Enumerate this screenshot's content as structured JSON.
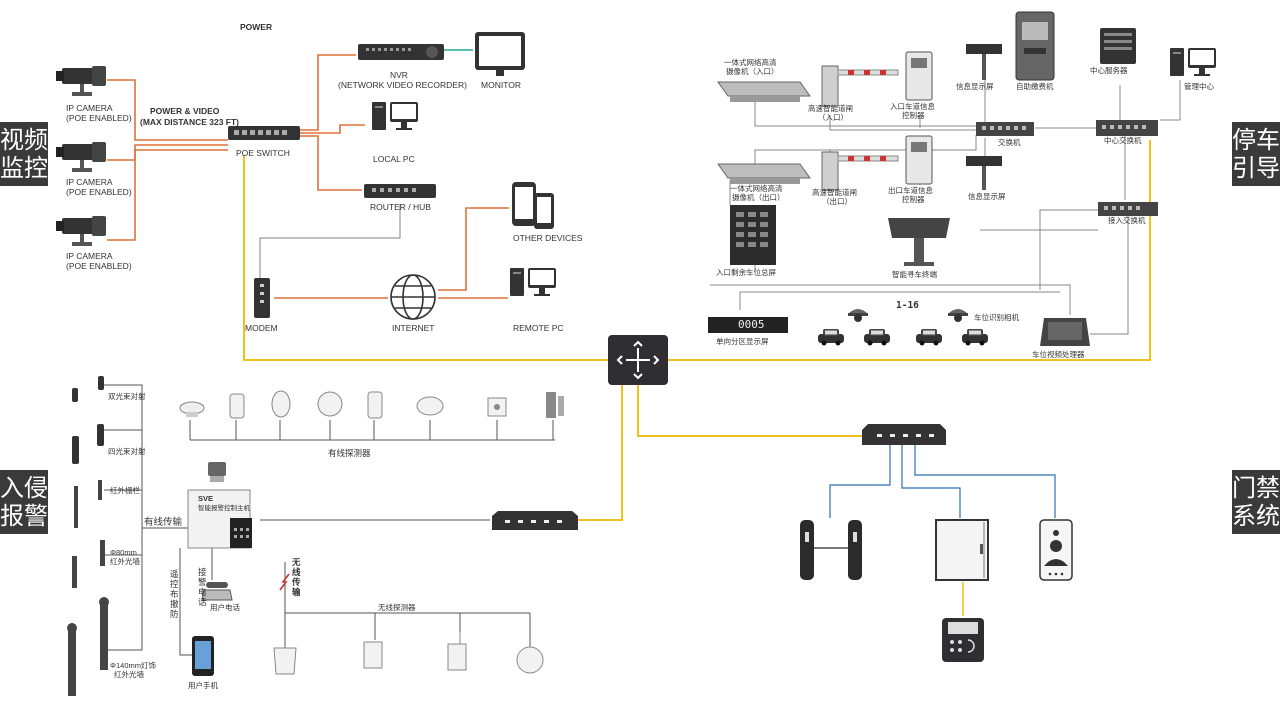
{
  "side_tags": {
    "video": "视频监控",
    "parking": "停车引导",
    "intrusion": "入侵报警",
    "access": "门禁系统"
  },
  "cctv": {
    "power": "POWER",
    "camera_label": "IP CAMERA",
    "camera_sub": "(POE ENABLED)",
    "power_video_1": "POWER & VIDEO",
    "power_video_2": "(MAX DISTANCE 323 FT)",
    "poe_switch": "POE SWITCH",
    "nvr_1": "NVR",
    "nvr_2": "(NETWORK VIDEO RECORDER)",
    "monitor": "MONITOR",
    "local_pc": "LOCAL PC",
    "router": "ROUTER / HUB",
    "other_devices": "OTHER DEVICES",
    "modem": "MODEM",
    "internet": "INTERNET",
    "remote_pc": "REMOTE PC"
  },
  "parking": {
    "cam_in_1": "一体式网络高清",
    "cam_in_2": "摄像机（入口）",
    "gate_in_1": "高速智能道闸",
    "gate_in_2": "（入口）",
    "ctrl_in_1": "入口车道信息",
    "ctrl_in_2": "控制器",
    "info_screen_in": "信息显示屏",
    "kiosk": "自助缴费机",
    "server": "中心服务器",
    "mgmt": "管理中心",
    "switch": "交换机",
    "center_switch": "中心交换机",
    "cam_out_1": "一体式网络高清",
    "cam_out_2": "摄像机（出口）",
    "gate_out_1": "高速智能道闸",
    "gate_out_2": "（出口）",
    "ctrl_out_1": "出口车道信息",
    "ctrl_out_2": "控制器",
    "info_screen_out": "信息显示屏",
    "access_switch": "接入交换机",
    "remain_screen": "入口剩余车位总屏",
    "terminal": "智能寻车终端",
    "zone_display": "单向分区显示屏",
    "zone_display_value": "0005",
    "range": "1-16",
    "lpr_camera": "车位识别相机",
    "video_processor": "车位视频处理器"
  },
  "intrusion": {
    "dual_beam": "双光束对射",
    "quad_beam": "四光束对射",
    "ir_fence": "红外栅栏",
    "fence_80_1": "Φ80mm",
    "fence_80_2": "红外光墙",
    "fence_140_1": "Φ140mm灯饰",
    "fence_140_2": "红外光墙",
    "wired_detectors": "有线探测器",
    "wired_transmission": "有线传输",
    "panel_brand": "SVE",
    "panel_title": "智能报警控制主机",
    "remote_arm": "遥控布撤防",
    "alarm_call": "接警电话",
    "user_phone": "用户电话",
    "user_mobile": "用户手机",
    "wireless_transmission": "无线传输",
    "wireless_detectors": "无线探测器"
  },
  "colors": {
    "orange_link": "#e0703a",
    "yellow_link": "#f3c11e",
    "blue_link": "#2e6fb5",
    "teal_link": "#27a99a",
    "tag_bg": "#3a3a3a",
    "device_dark": "#2f2f33",
    "gray_link": "#9a9a9a"
  },
  "icons": [
    "ip-camera-icon",
    "poe-switch-icon",
    "nvr-icon",
    "monitor-icon",
    "desktop-pc-icon",
    "router-icon",
    "smartphone-icon",
    "modem-icon",
    "globe-icon",
    "core-router-icon",
    "network-switch-icon",
    "turnstile-icon",
    "door-controller-icon",
    "keypad-reader-icon",
    "video-intercom-icon",
    "smoke-detector-icon",
    "pir-detector-icon",
    "beam-detector-icon",
    "alarm-panel-icon",
    "strobe-siren-icon",
    "telephone-icon",
    "barrier-gate-icon",
    "parking-camera-icon",
    "kiosk-icon",
    "server-icon",
    "dome-camera-icon",
    "car-icon"
  ]
}
